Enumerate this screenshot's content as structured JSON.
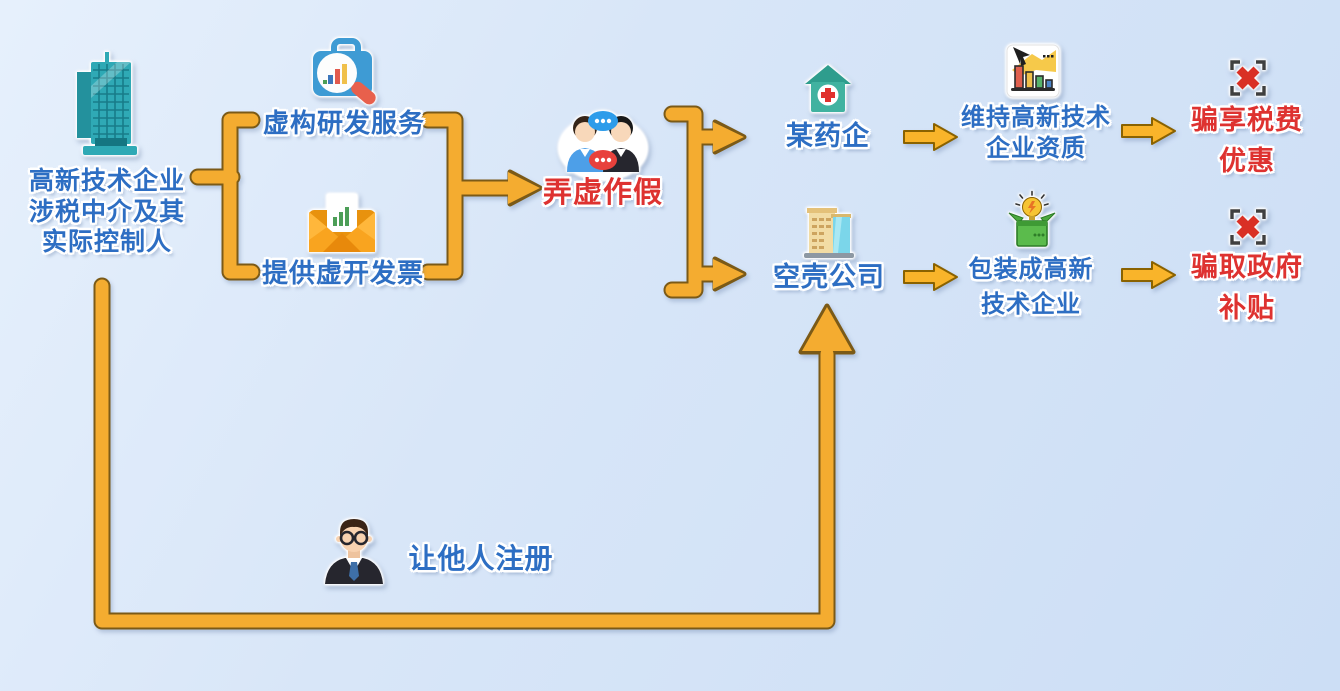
{
  "nodes": {
    "intermediary": {
      "lines": [
        "高新技术企业",
        "涉税中介及其",
        "实际控制人"
      ],
      "icon": "office-tower-icon"
    },
    "fake_rd": {
      "label": "虚构研发服务",
      "icon": "briefcase-magnifier-icon"
    },
    "fake_invoice": {
      "label": "提供虚开发票",
      "icon": "envelope-invoice-icon"
    },
    "falsify": {
      "label": "弄虚作假",
      "icon": "people-chat-icon"
    },
    "pharma": {
      "label": "某药企",
      "icon": "pharmacy-house-icon"
    },
    "maintain_qualification": {
      "lines": [
        "维持高新技术",
        "企业资质"
      ],
      "icon": "growth-chart-icon"
    },
    "tax_benefit_fraud": {
      "lines": [
        "骗享税费",
        "优惠"
      ],
      "icon": "crossed-x-icon"
    },
    "shell_company": {
      "label": "空壳公司",
      "icon": "office-building-icon"
    },
    "package_hightech": {
      "lines": [
        "包装成高新",
        "技术企业"
      ],
      "icon": "gift-box-bulb-icon"
    },
    "subsidy_fraud": {
      "lines": [
        "骗取政府",
        "补贴"
      ],
      "icon": "crossed-x-icon"
    },
    "register_by_others": {
      "label": "让他人注册",
      "icon": "businessman-icon"
    }
  },
  "colors": {
    "background_start": "#e6f0fc",
    "background_end": "#ccdef5",
    "label_blue": "#2d6ec3",
    "label_red": "#de3230",
    "connector_fill": "#f4ac30",
    "connector_outline": "#7b5a17",
    "small_arrow_fill": "#f9b42a"
  }
}
